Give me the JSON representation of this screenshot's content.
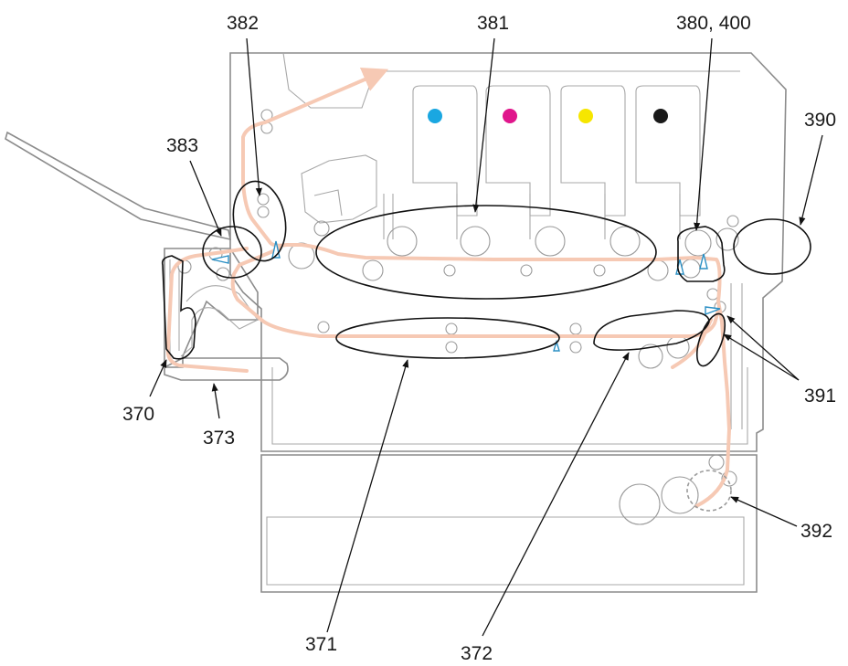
{
  "diagram": {
    "labels": {
      "l382": "382",
      "l381": "381",
      "l380": "380, 400",
      "l390": "390",
      "l383": "383",
      "l370": "370",
      "l373": "373",
      "l391": "391",
      "l392": "392",
      "l371": "371",
      "l372": "372"
    },
    "toner_colors": {
      "cyan": "#1aa7e1",
      "magenta": "#e0168c",
      "yellow": "#f6e600",
      "black": "#1a1a1a"
    },
    "colors": {
      "paper_path": "#f6c9b4",
      "sensor": "#2a8fc4",
      "printer_outline": "#8c8c8c"
    }
  }
}
